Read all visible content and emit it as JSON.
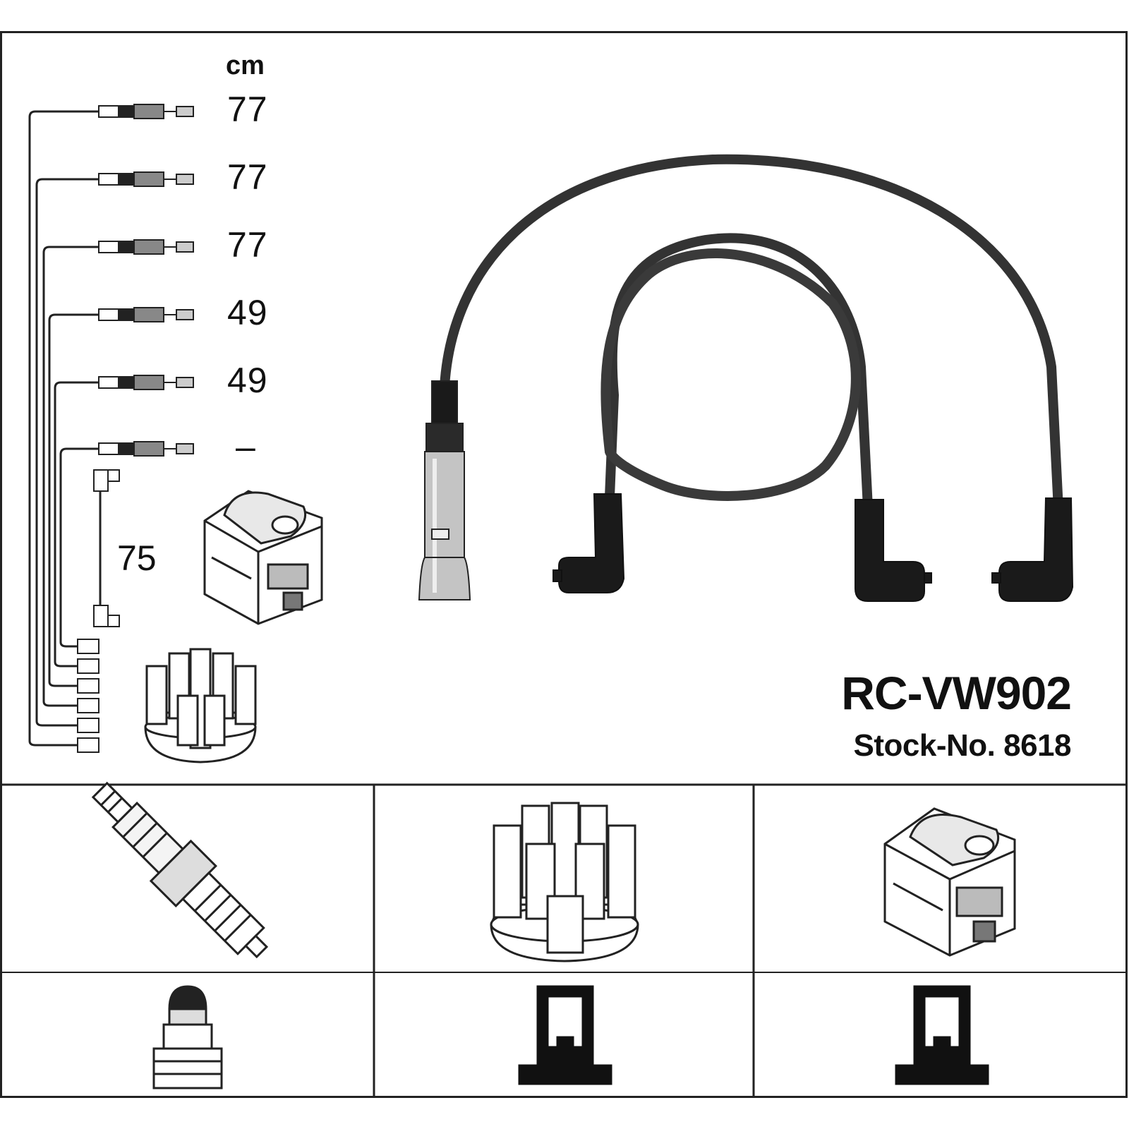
{
  "unit_label": "cm",
  "lead_lengths": [
    "77",
    "77",
    "77",
    "49",
    "49",
    "–"
  ],
  "coil_lead_length": "75",
  "product_code": "RC-VW902",
  "stock_label": "Stock-No. 8618",
  "colors": {
    "line": "#222222",
    "cable": "#333333",
    "boot": "#1a1a1a",
    "metal": "#bdbdbd"
  },
  "icons": [
    "spark-plug-icon",
    "distributor-cap-icon",
    "ignition-coil-icon",
    "plug-terminal-icon",
    "cap-terminal-icon",
    "coil-terminal-icon"
  ]
}
